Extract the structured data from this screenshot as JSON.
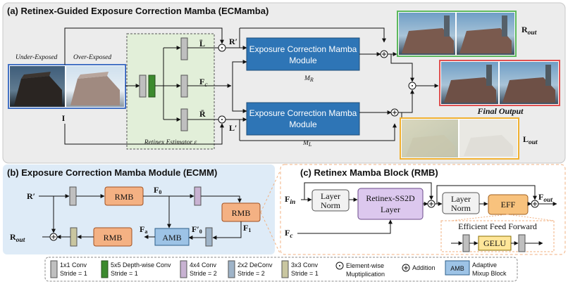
{
  "panel_a": {
    "title": "(a) Retinex-Guided Exposure Correction Mamba (ECMamba)",
    "under_exposed": "Under-Exposed",
    "over_exposed": "Over-Exposed",
    "input_label": "I",
    "retinex_estimator": "Retinex Estimator ε",
    "l_bar": "L̄",
    "f_c": "F",
    "f_c_sub": "c",
    "r_bar": "R̄",
    "r_prime": "R′",
    "l_prime": "L′",
    "module_line1": "Exposure Correction Mamba",
    "module_line2": "Module",
    "m_r": "M",
    "m_r_sub": "R",
    "m_l": "M",
    "m_l_sub": "L",
    "r_out": "R",
    "r_out_sub": "out",
    "l_out": "L",
    "l_out_sub": "out",
    "final_output": "Final Output"
  },
  "panel_b": {
    "title": "(b) Exposure Correction Mamba Module (ECMM)",
    "r_prime": "R′",
    "rmb": "RMB",
    "amb": "AMB",
    "f0": "F",
    "f0_sub": "0",
    "f0_prime": "F′",
    "f0_prime_sub": "0",
    "f1": "F",
    "f1_sub": "1",
    "fa": "F",
    "fa_sub": "a",
    "r_out": "R",
    "r_out_sub": "out"
  },
  "panel_c": {
    "title": "(c) Retinex Mamba Block (RMB)",
    "f_in": "F",
    "f_in_sub": "in",
    "f_c": "F",
    "f_c_sub": "c",
    "layer_norm_1": "Layer",
    "layer_norm_2": "Norm",
    "ss2d_1": "Retinex-SS2D",
    "ss2d_2": "Layer",
    "eff": "EFF",
    "f_out": "F",
    "f_out_sub": "out",
    "eff_caption": "Efficient  Feed Forward",
    "gelu": "GELU"
  },
  "legend": {
    "conv1": [
      "1x1 Conv",
      "Stride = 1"
    ],
    "dwconv": [
      "5x5 Depth-wise Conv",
      "Stride = 1"
    ],
    "conv4": [
      "4x4 Conv",
      "Stride = 2"
    ],
    "deconv": [
      "2x2 DeConv",
      "Stride = 2"
    ],
    "conv3": [
      "3x3 Conv",
      "Stride = 1"
    ],
    "mult": [
      "Element-wise",
      "Muptiplication"
    ],
    "add": "Addition",
    "amb": "AMB",
    "amb_desc": [
      "Adaptive",
      "Mixup Block"
    ]
  },
  "colors": {
    "module_blue": "#2e75b6",
    "rmb_orange": "#f4b183",
    "amb_blue": "#9dc3e6",
    "ss2d_purple": "#dcc8ee",
    "eff_orange": "#f8c27d",
    "gelu_yellow": "#ffe699",
    "panel_a_bg": "#ececec",
    "panel_b_bg": "#deebf7",
    "panel_c_border": "#f0b080",
    "estimator_bg": "#e2efd9",
    "green_frame": "#5cb85c",
    "red_frame": "#e05050",
    "yellow_frame": "#f0b030"
  }
}
